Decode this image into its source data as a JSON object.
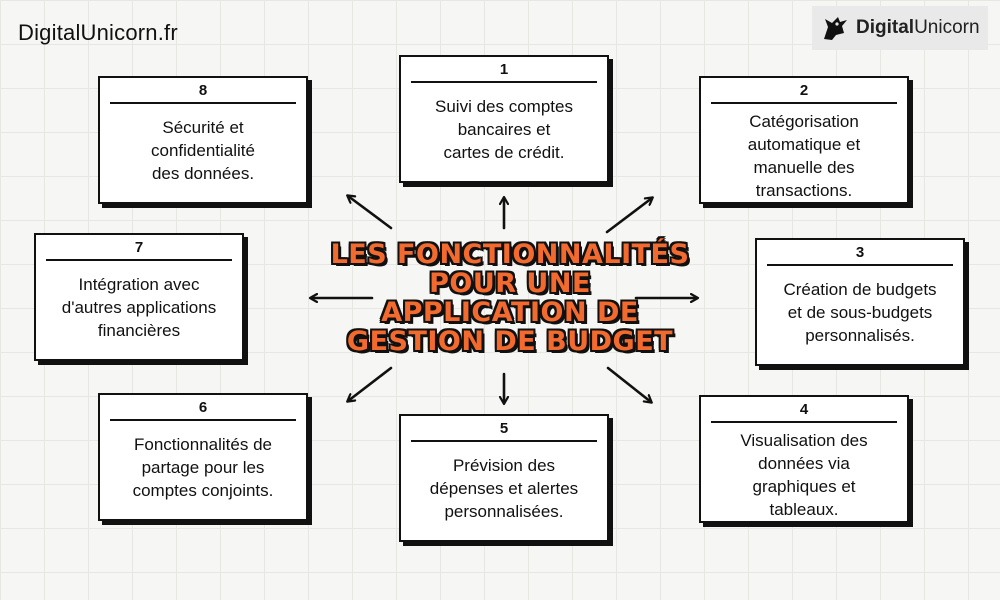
{
  "site_url": "DigitalUnicorn.fr",
  "logo": {
    "bold": "Digital",
    "light": "Unicorn"
  },
  "title": "LES FONCTIONNALITÉS\nPOUR UNE\nAPPLICATION DE\nGESTION DE BUDGET",
  "accent_color": "#f26a2e",
  "features": [
    {
      "num": "1",
      "text": "Suivi des comptes\nbancaires et\ncartes de crédit."
    },
    {
      "num": "2",
      "text": "Catégorisation\nautomatique et\nmanuelle des\ntransactions."
    },
    {
      "num": "3",
      "text": "Création de budgets\net de sous-budgets\npersonnalisés."
    },
    {
      "num": "4",
      "text": "Visualisation des\ndonnées via\ngraphiques et\ntableaux."
    },
    {
      "num": "5",
      "text": "Prévision des\ndépenses et alertes\npersonnalisées."
    },
    {
      "num": "6",
      "text": "Fonctionnalités de\npartage pour les\ncomptes conjoints."
    },
    {
      "num": "7",
      "text": "Intégration avec\nd'autres applications\nfinancières"
    },
    {
      "num": "8",
      "text": "Sécurité et\nconfidentialité\ndes données."
    }
  ]
}
